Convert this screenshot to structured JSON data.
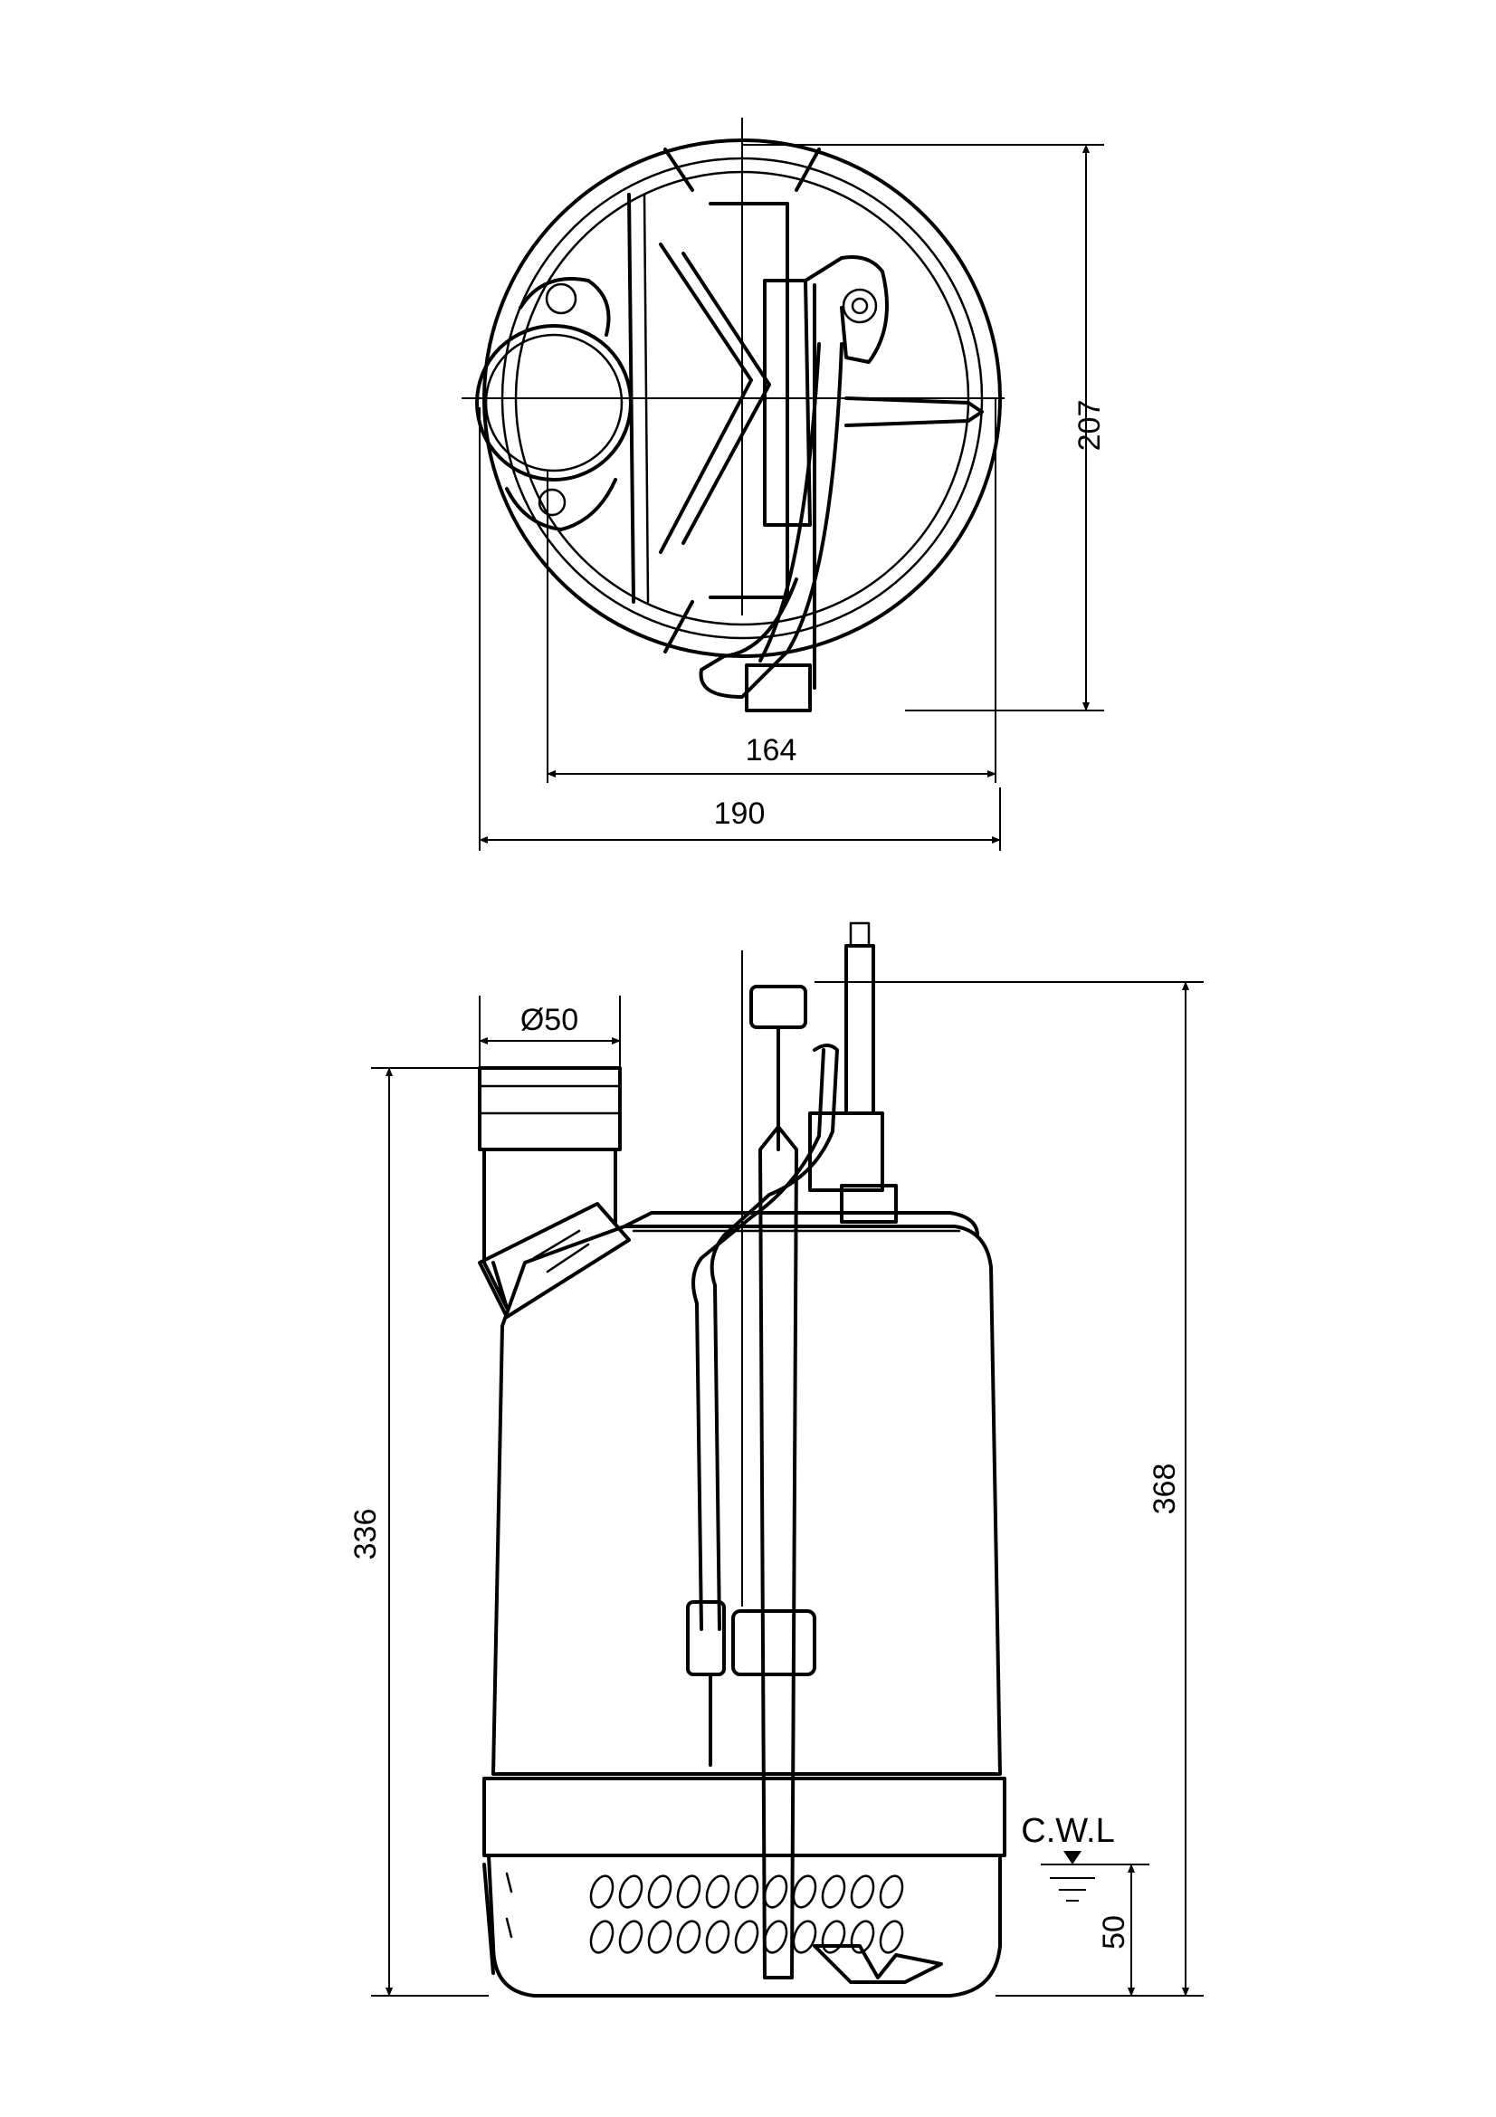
{
  "top_view": {
    "dim_height": "207",
    "dim_inner_width": "164",
    "dim_outer_width": "190"
  },
  "side_view": {
    "dim_outlet_diameter": "Ø50",
    "dim_body_height": "336",
    "dim_total_height": "368",
    "dim_cwl_height": "50",
    "cwl_label": "C.W.L"
  }
}
